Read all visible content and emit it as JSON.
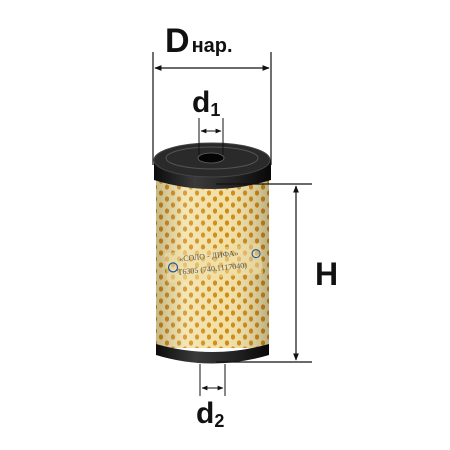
{
  "dimensions": {
    "outer_diameter": {
      "main": "D",
      "suffix": "нар."
    },
    "inner_diameter_top": {
      "main": "d",
      "sub": "1"
    },
    "inner_diameter_bottom": {
      "main": "d",
      "sub": "2"
    },
    "height": {
      "label": "H"
    }
  },
  "filter_label": {
    "line1": "«СОЛО - ДИФА»",
    "line2": "T6305 (740.1117040)"
  },
  "colors": {
    "paper": "#f1dfa4",
    "hole": "#d08a12",
    "cap": "#1b1b1b",
    "dimension_line": "#111111"
  }
}
